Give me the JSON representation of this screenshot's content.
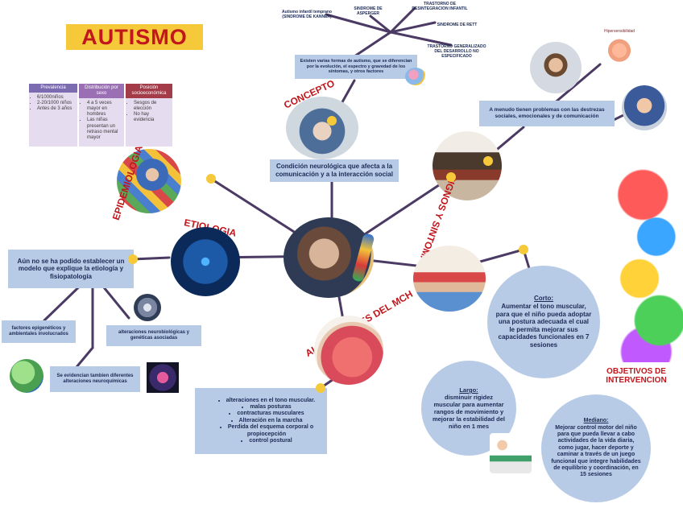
{
  "title": "AUTISMO",
  "concepto": {
    "label": "CONCEPTO",
    "definition": "Condición neurológica que afecta a la comunicación y a la interacción social",
    "types_note": "Existen varias formas de autismo, que se diferencian por la evolución, el espectro y gravedad de los síntomas, y otros factores",
    "types": [
      "Autismo infantil temprano (SINDROME DE KANNER)",
      "SINDROME DE ASPERGER",
      "TRASTORNO DE DESINTEGRACION INFANTIL",
      "SINDROME DE RETT",
      "TRASTORNO GENERALIZADO DEL DESARROLLO NO ESPECIFICADO"
    ]
  },
  "epidemiologia": {
    "label": "EPIDEMIOLOGIA",
    "columns": [
      {
        "header": "Prevalencia",
        "items": [
          "6/1000niños",
          "2-20/1000 niños",
          "Antes de 3 años"
        ]
      },
      {
        "header": "Distribución por sexo",
        "items": [
          "4 a 5 veces mayor en hombres",
          "Las niñas presentan un retraso mental mayor"
        ]
      },
      {
        "header": "Posición socioeconómica",
        "items": [
          "Sesgos de elección",
          "No hay evidencia"
        ]
      }
    ]
  },
  "etiologia": {
    "label": "ETIOLOGIA",
    "main": "Aún no se ha podido establecer un modelo que explique la etiología y fisiopatología",
    "factors": [
      "factores epigenéticos y ambientales involucrados",
      "alteraciones neurobiológicas y genéticas asociadas",
      "Se evidencian tambien diferentes alteraciones neuroquímicas"
    ]
  },
  "signos": {
    "label": "SIGNOS Y SINTOMAS",
    "text": "A menudo tienen problemas con las destrezas sociales, emocionales y de comunicación",
    "image_caption": "Hipersensibilidad"
  },
  "alteraciones": {
    "label": "ALTERACIONES DEL MCH",
    "items": [
      "alteraciones en el tono muscular.",
      "malas posturas",
      "contracturas musculares",
      "Alteración en la marcha",
      "Perdida del esquema corporal o propiocepción",
      "control postural"
    ]
  },
  "objetivos": {
    "label": "OBJETIVOS DE INTERVENCION",
    "corto": {
      "title": "Corto:",
      "text": "Aumentar el tono muscular, para que el niño pueda adoptar una postura adecuada el cual le permita mejorar sus capacidades funcionales en 7 sesiones"
    },
    "largo": {
      "title": "Largo:",
      "text": "disminuir rigidez muscular para aumentar rangos de movimiento y mejorar la estabilidad del niño en 1 mes"
    },
    "mediano": {
      "title": "Mediano:",
      "text": "Mejorar control motor del niño para que pueda llevar a cabo actividades de la vida diaria, como jugar, hacer deporte y caminar a través de un juego funcional que integre habilidades de equilibrio y coordinación, en 15 sesiones"
    }
  },
  "colors": {
    "title_bg": "#f5c93a",
    "title_text": "#c0161c",
    "box": "#b8cbe6",
    "line": "#4b3a63",
    "dot": "#f5c93a",
    "tab1": "#7b6bb0",
    "tab2": "#9a6fb3",
    "tab3": "#a33b48"
  }
}
